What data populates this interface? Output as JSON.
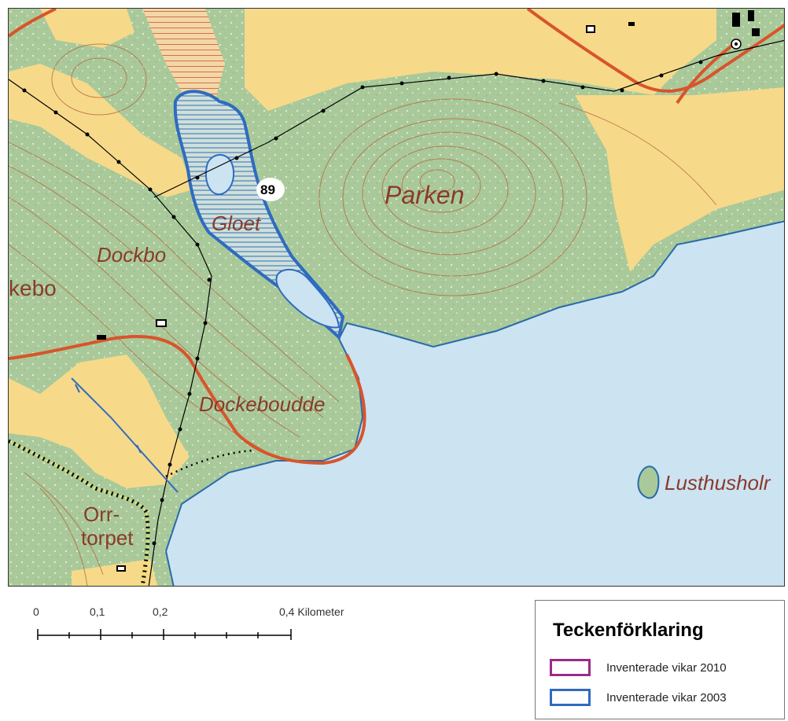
{
  "map": {
    "place_names": {
      "parken": "Parken",
      "gloet": "Gloet",
      "dockbo": "Dockbo",
      "kebo": "kebo",
      "dockeboudde": "Dockeboudde",
      "lusthusholm": "Lusthusholr",
      "orrtorpet_line1": "Orr-",
      "orrtorpet_line2": "torpet"
    },
    "site_number": "89"
  },
  "scale_bar": {
    "labels": [
      "0",
      "0,1",
      "0,2",
      "0,4 Kilometer"
    ]
  },
  "legend": {
    "title": "Teckenförklaring",
    "items": [
      {
        "label": "Inventerade vikar 2010",
        "color": "#9b2a8a"
      },
      {
        "label": "Inventerade vikar 2003",
        "color": "#2f6bbf"
      }
    ]
  },
  "colors": {
    "water": "#cce3f2",
    "forest": "#a9c99a",
    "field": "#f7d98a",
    "road": "#d9542b",
    "contour": "#b0653c",
    "shoreline": "#2a6aa8"
  }
}
